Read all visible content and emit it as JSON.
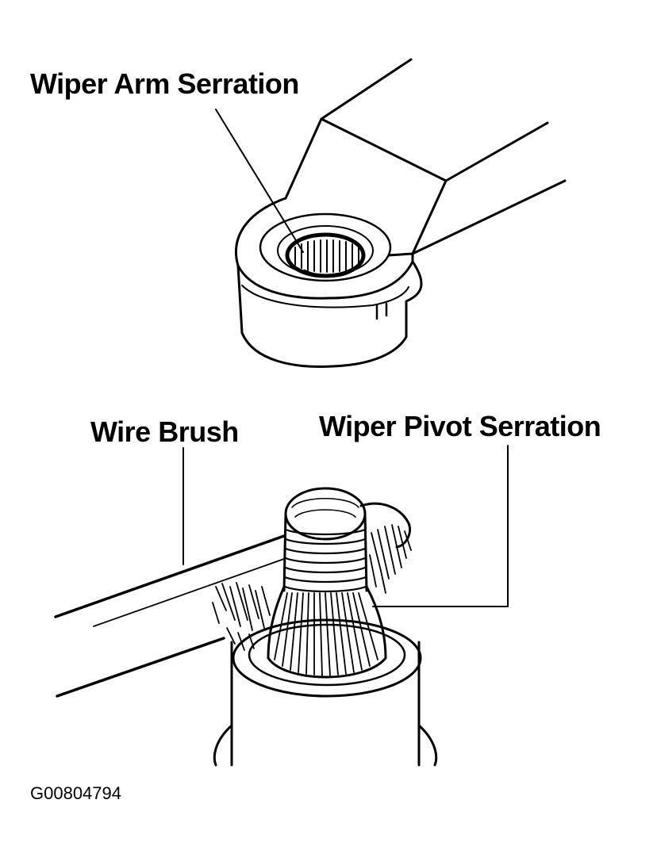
{
  "labels": {
    "wiper_arm_serration": "Wiper Arm Serration",
    "wire_brush": "Wire Brush",
    "wiper_pivot_serration": "Wiper Pivot Serration"
  },
  "figure_id": "G00804794",
  "colors": {
    "ink": "#000000",
    "paper": "#ffffff"
  }
}
